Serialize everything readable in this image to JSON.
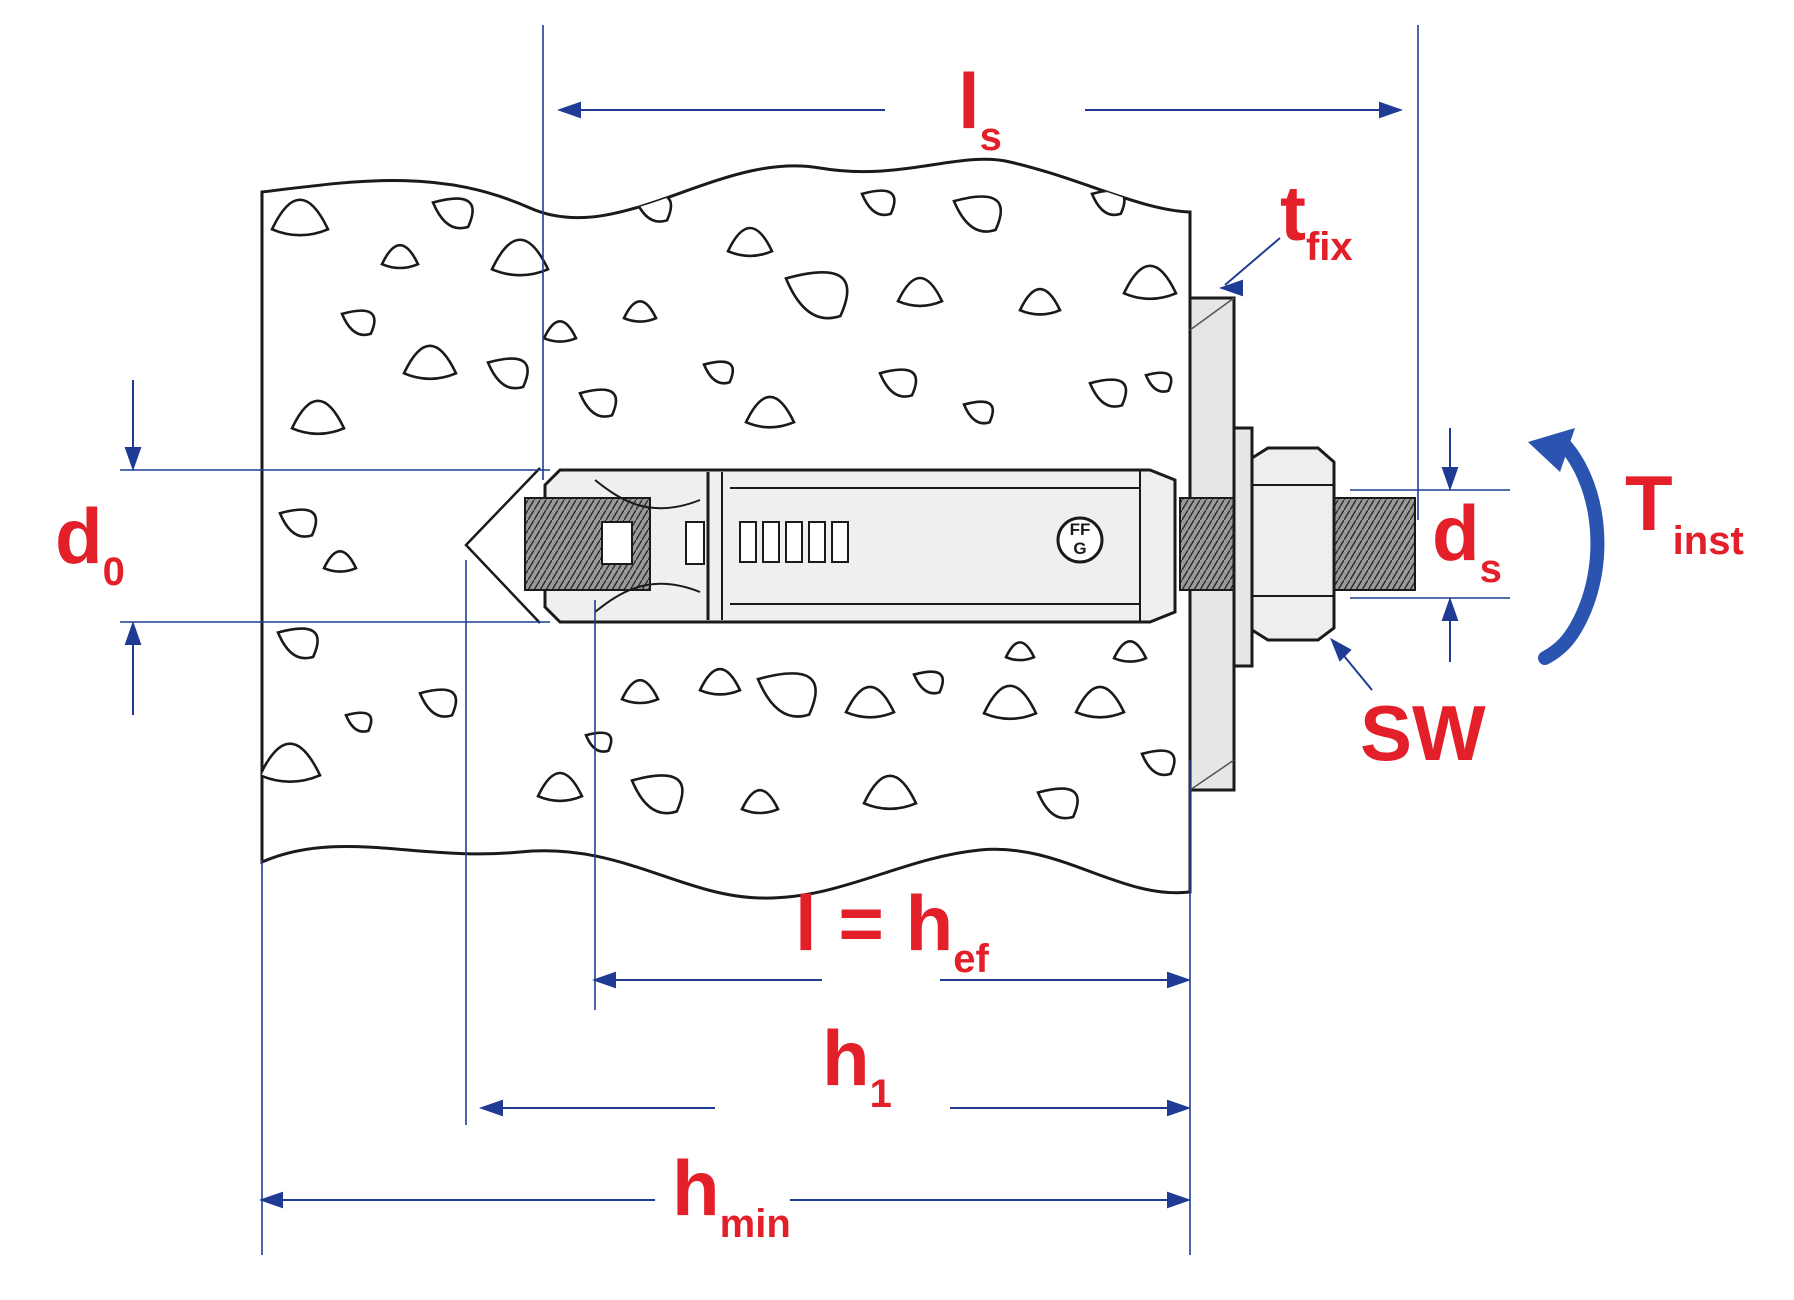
{
  "colors": {
    "label": "#e3202a",
    "dimension": "#1f3b94",
    "outline": "#1a1a1a",
    "material": "#e6e6e6",
    "rotation_arrow": "#2a54b0"
  },
  "labels": {
    "ls": {
      "main": "l",
      "sub": "s"
    },
    "tfix": {
      "main": "t",
      "sub": "fix"
    },
    "d0": {
      "main": "d",
      "sub": "0"
    },
    "ds": {
      "main": "d",
      "sub": "s"
    },
    "tinst": {
      "main": "T",
      "sub": "inst"
    },
    "sw": {
      "main": "SW"
    },
    "l_hef": {
      "main": "l = h",
      "sub": "ef"
    },
    "h1": {
      "main": "h",
      "sub": "1"
    },
    "hmin": {
      "main": "h",
      "sub": "min"
    }
  },
  "logo": {
    "line1": "FF",
    "line2": "G"
  }
}
